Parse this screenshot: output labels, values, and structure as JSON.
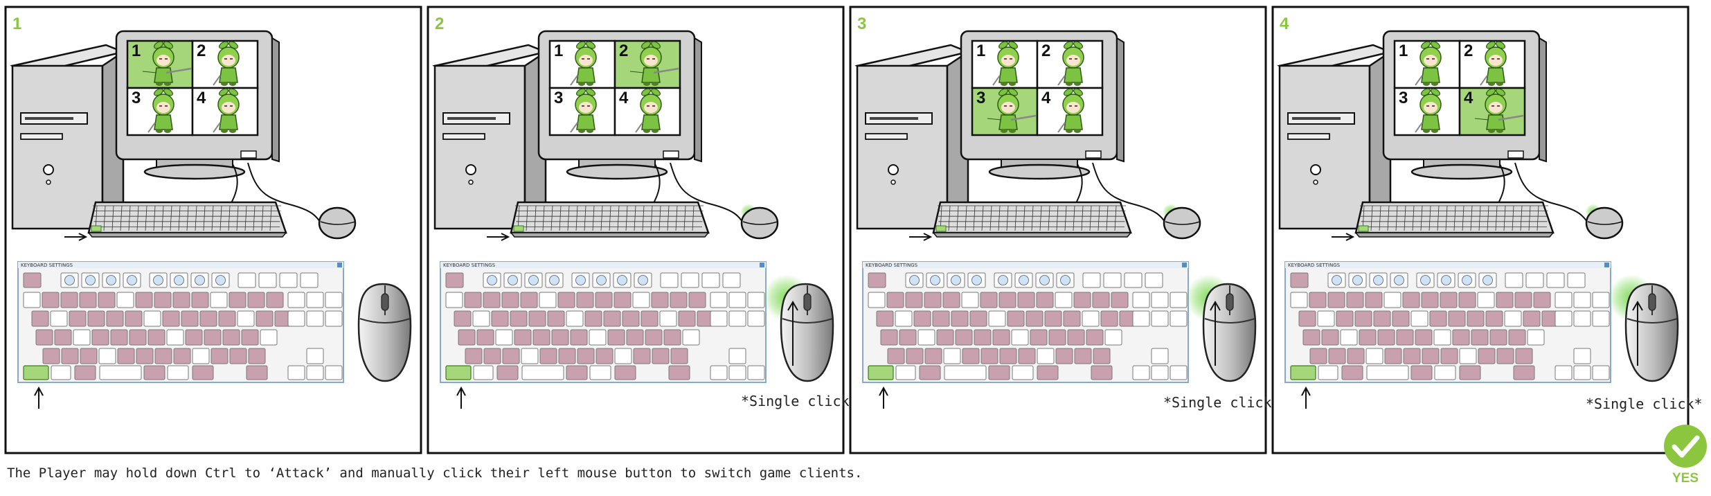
{
  "panels": [
    {
      "number": "1",
      "active_cell": 1,
      "click_label": "",
      "mouse_glow": false
    },
    {
      "number": "2",
      "active_cell": 2,
      "click_label": "*Single click*",
      "mouse_glow": true
    },
    {
      "number": "3",
      "active_cell": 3,
      "click_label": "*Single click*",
      "mouse_glow": true
    },
    {
      "number": "4",
      "active_cell": 4,
      "click_label": "*Single click*",
      "mouse_glow": true
    }
  ],
  "cell_numbers": [
    "1",
    "2",
    "3",
    "4"
  ],
  "keyboard_settings_title": "KEYBOARD SETTINGS",
  "caption": "The Player may hold down Ctrl to ‘Attack’ and manually click their left mouse button to switch game clients.",
  "yes_label": "YES",
  "colors": {
    "accent_green": "#8cc63f",
    "highlight_green": "#a5d67a",
    "key_pink": "#c9a0ae",
    "monitor_gray": "#d2d2d2",
    "outline": "#111111"
  }
}
